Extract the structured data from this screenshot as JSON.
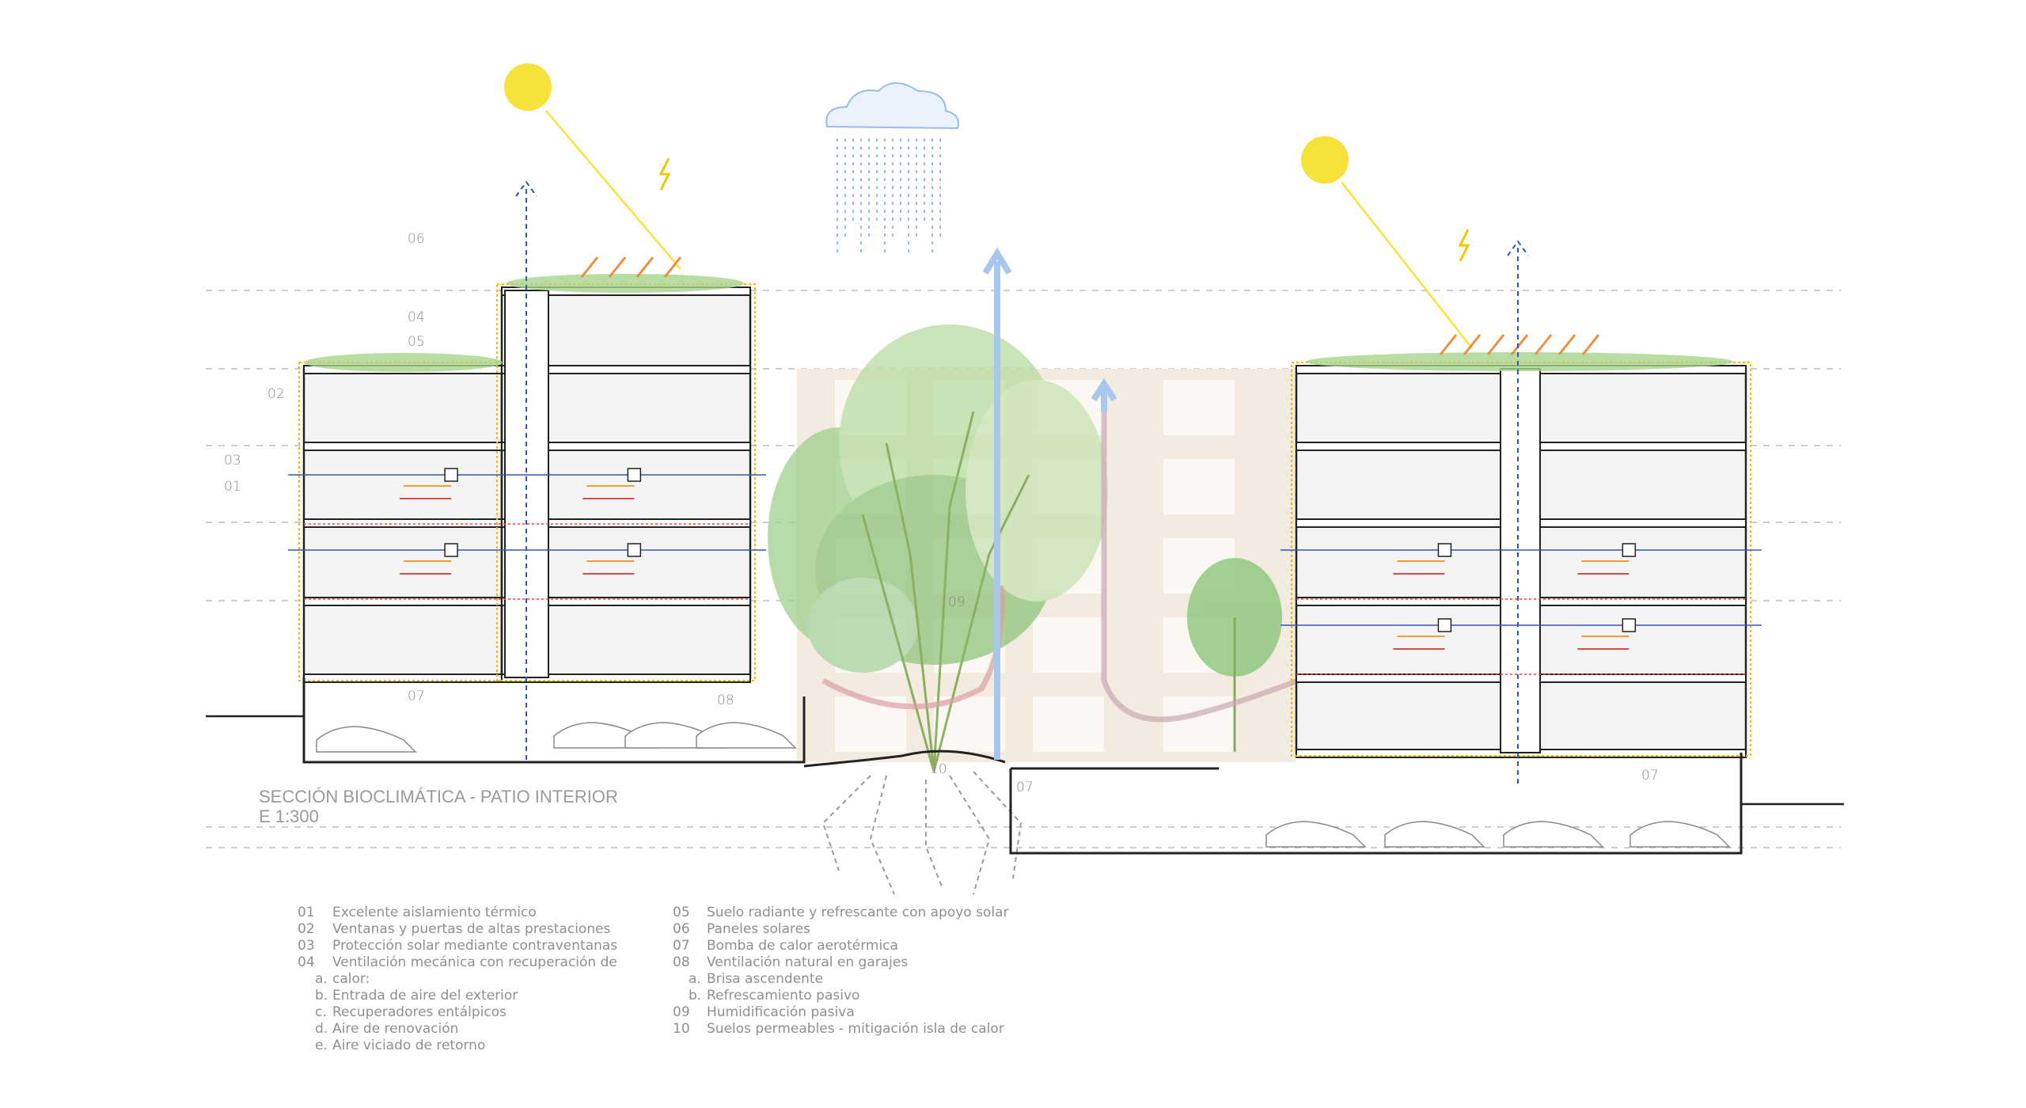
{
  "title": {
    "main": "SECCIÓN BIOCLIMÁTICA - PATIO INTERIOR",
    "scale": "E 1:300"
  },
  "labels": {
    "l06": "06",
    "l04": "04",
    "l05": "05",
    "l02": "02",
    "l03": "03",
    "l01": "01",
    "l07a": "07",
    "l08": "08",
    "l09": "09",
    "l10": "10",
    "l07b": "07",
    "l07c": "07"
  },
  "legend_left": [
    {
      "num": "01",
      "text": "Excelente aislamiento térmico"
    },
    {
      "num": "02",
      "text": "Ventanas y puertas de altas prestaciones"
    },
    {
      "num": "03",
      "text": "Protección solar mediante contraventanas"
    },
    {
      "num": "04",
      "text": "Ventilación mecánica con recuperación de"
    },
    {
      "num": "a.",
      "text": "calor:"
    },
    {
      "num": "b.",
      "text": "Entrada de aire del exterior"
    },
    {
      "num": "c.",
      "text": "Recuperadores entálpicos"
    },
    {
      "num": "d.",
      "text": "Aire de renovación"
    },
    {
      "num": "e.",
      "text": "Aire viciado de retorno"
    }
  ],
  "legend_right": [
    {
      "num": "05",
      "text": "Suelo radiante y refrescante con apoyo solar"
    },
    {
      "num": "06",
      "text": "Paneles solares"
    },
    {
      "num": "07",
      "text": "Bomba de calor aerotérmica"
    },
    {
      "num": "08",
      "text": "Ventilación natural en garajes"
    },
    {
      "num": "a.",
      "text": "Brisa ascendente"
    },
    {
      "num": "b.",
      "text": "Refrescamiento pasivo"
    },
    {
      "num": "09",
      "text": "Humidificación pasiva"
    },
    {
      "num": "10",
      "text": "Suelos permeables - mitigación isla de calor"
    }
  ],
  "colors": {
    "sun": "#f7e23c",
    "structure": "#222222",
    "insulation": "#f5b800",
    "cold_air": "#3355bb",
    "warm_air": "#e04848",
    "orange": "#f59a30",
    "green": "#8cc56a",
    "rain": "#9bbbe8",
    "brick": "#e3cfb0"
  }
}
